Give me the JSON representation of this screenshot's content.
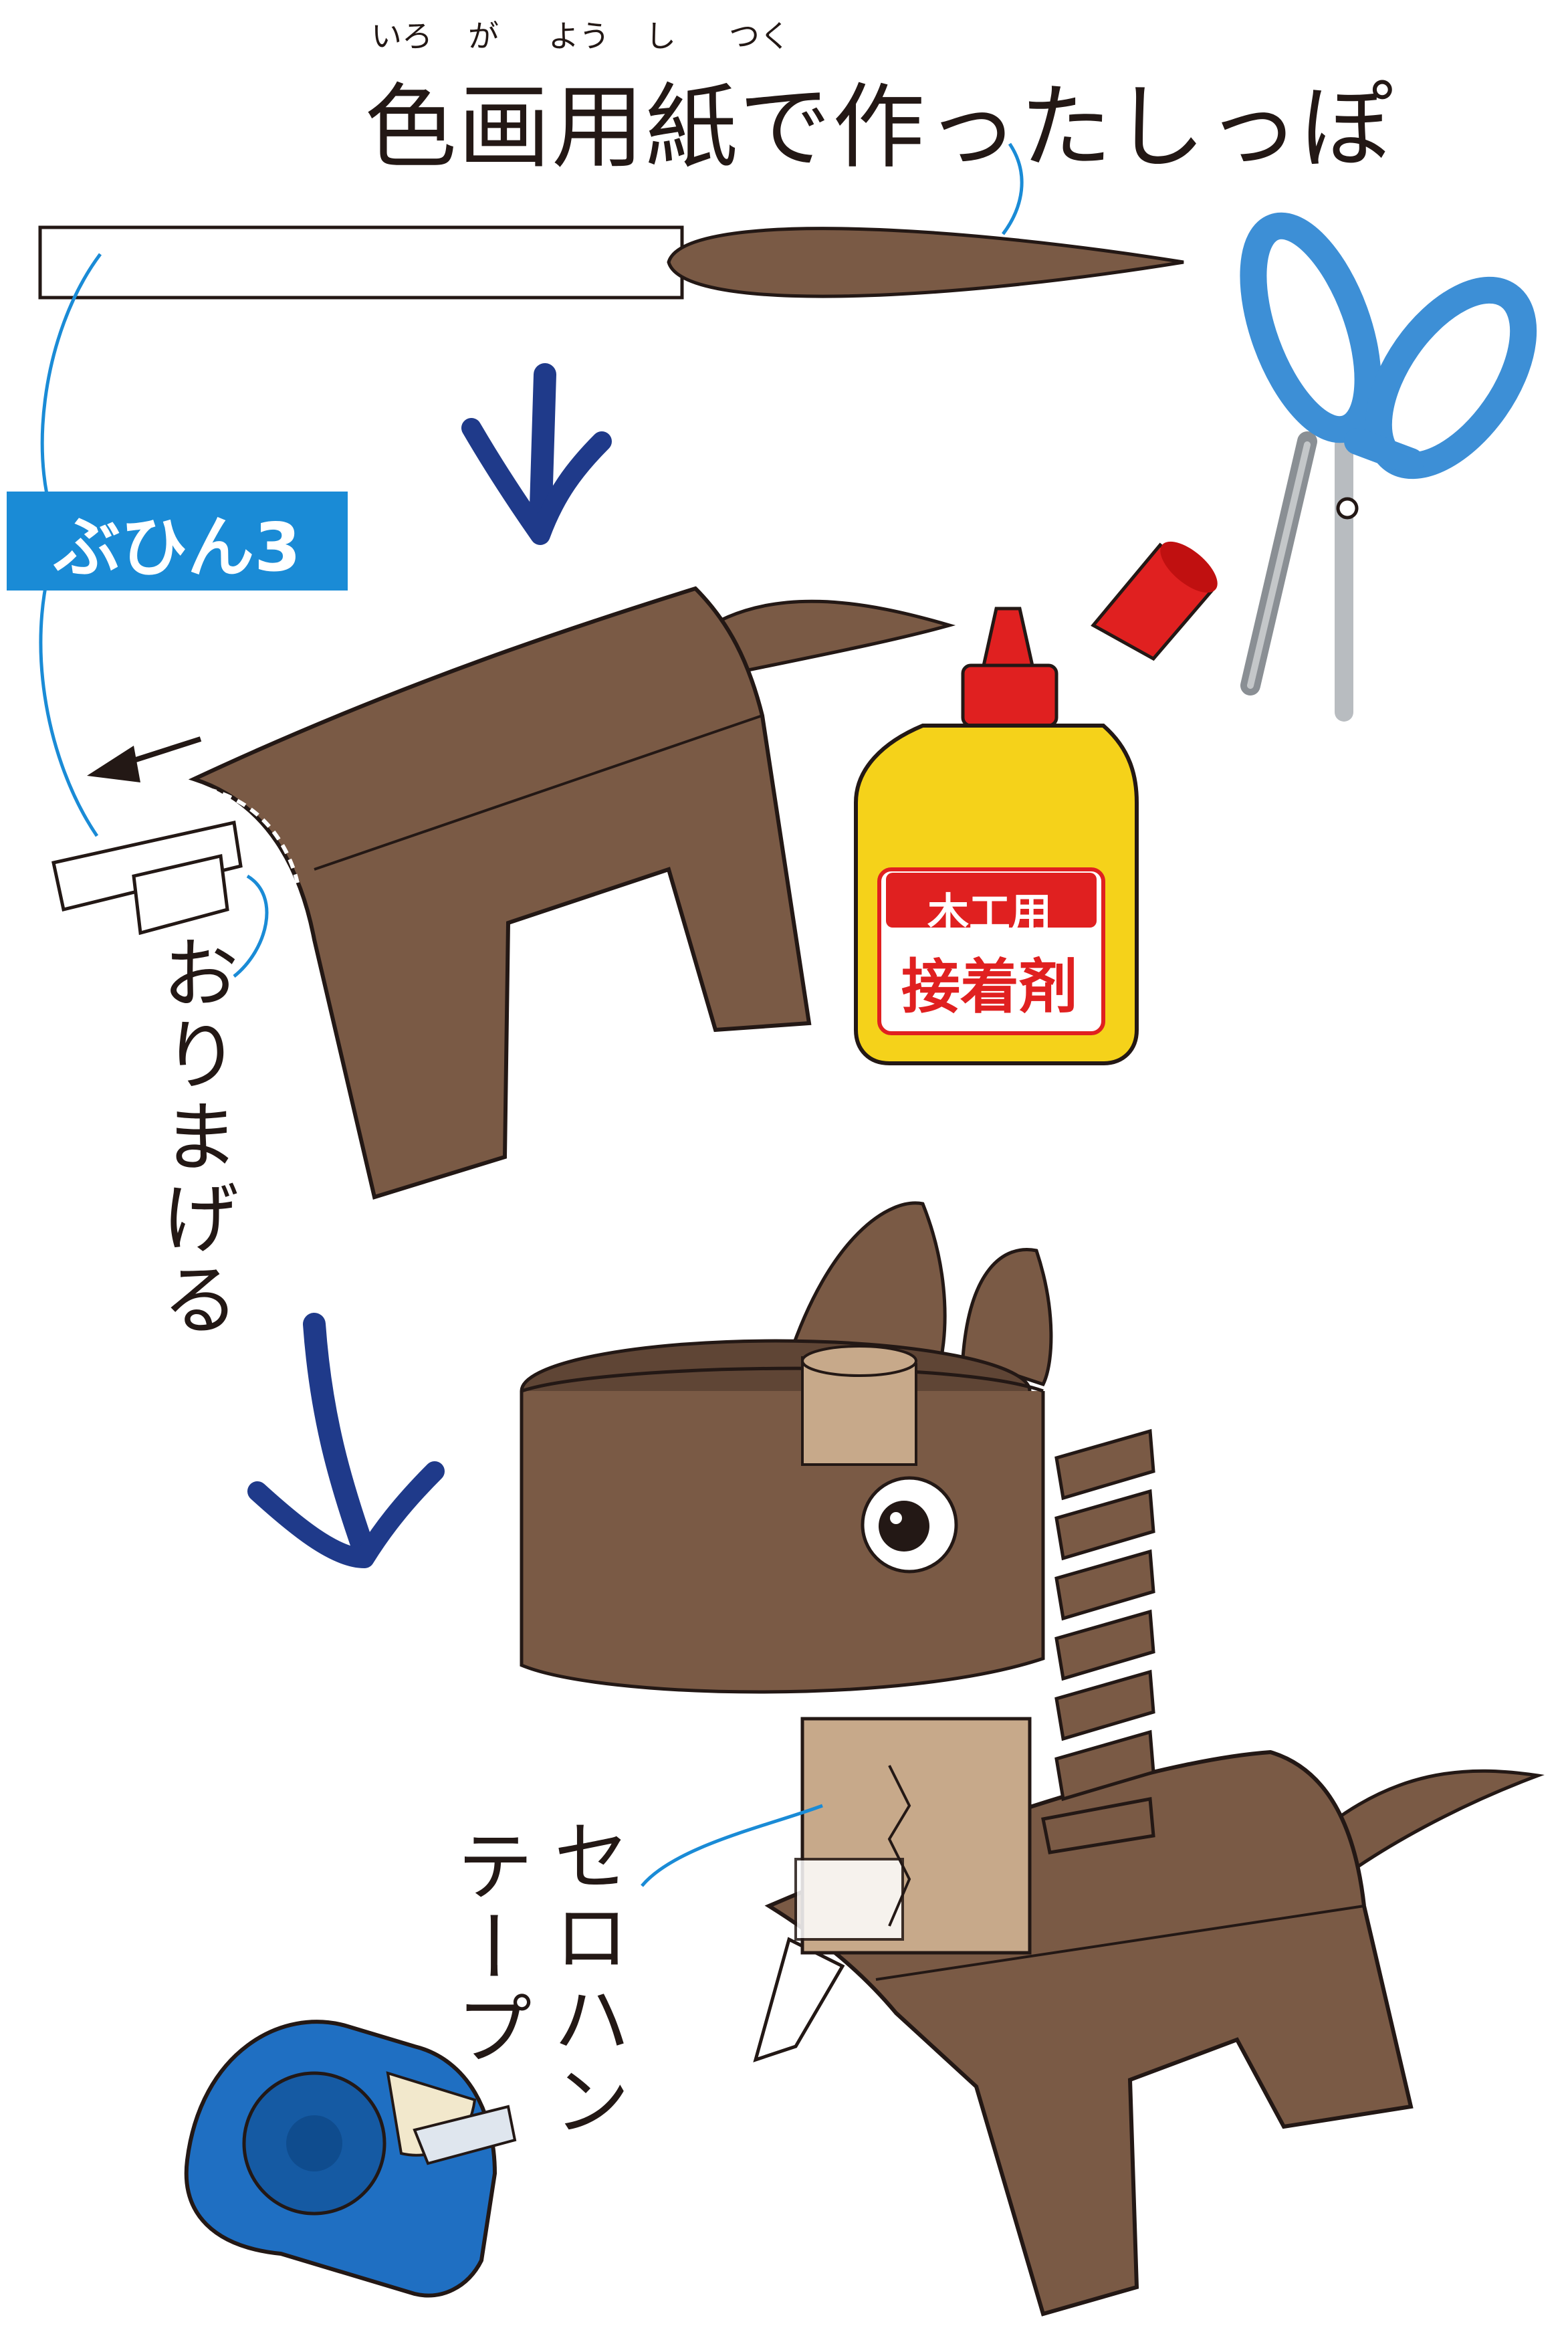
{
  "title": {
    "text": "色画用紙で作ったしっぽ",
    "ruby_iro": "いろ",
    "ruby_ga": "が",
    "ruby_you": "よう",
    "ruby_shi": "し",
    "ruby_tsuku": "つく"
  },
  "badge": {
    "label": "ぶひん3"
  },
  "labels": {
    "fold": "おりまげる",
    "tape_line1": "セロハン",
    "tape_line2": "テープ"
  },
  "glue": {
    "line1": "木工用",
    "line2": "接着剤"
  },
  "colors": {
    "paper_brown": "#7a5a45",
    "paper_light": "#c7a98a",
    "arrow_blue": "#1f3a8a",
    "badge_blue": "#1a8bd6",
    "glue_yellow": "#f5d21a",
    "glue_red": "#e02020",
    "scissors_blue": "#3d8fd6",
    "tape_blue": "#1f6fc2"
  }
}
